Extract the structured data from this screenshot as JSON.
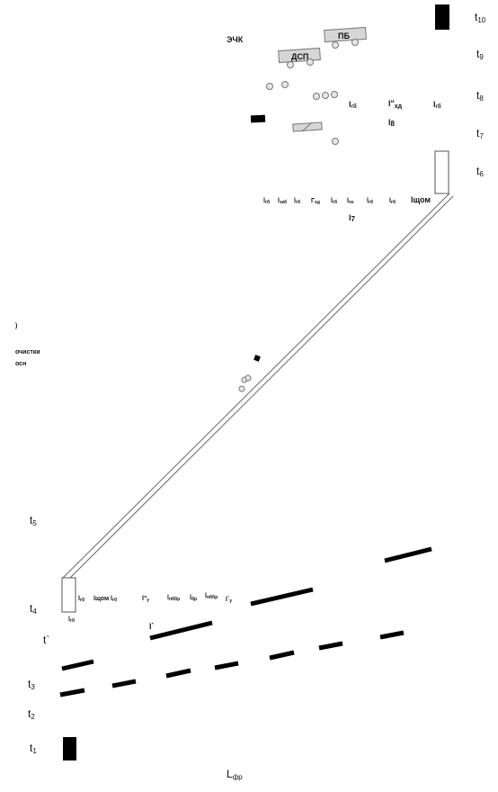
{
  "time_labels": [
    {
      "base": "t",
      "sub": "10"
    },
    {
      "base": "t",
      "sub": "9"
    },
    {
      "base": "t",
      "sub": "8"
    },
    {
      "base": "t",
      "sub": "7"
    },
    {
      "base": "t",
      "sub": "6"
    },
    {
      "base": "t",
      "sub": "5"
    },
    {
      "base": "t",
      "sub": "4"
    },
    {
      "base": "t`",
      "sub": ""
    },
    {
      "base": "t",
      "sub": "3"
    },
    {
      "base": "t",
      "sub": "2"
    },
    {
      "base": "t",
      "sub": "1"
    }
  ],
  "upper": {
    "ehk": "ЭЧК",
    "pb": "ПБ",
    "dsp": "ДСП",
    "l_gb_1": {
      "base": "l",
      "sub": "гб"
    },
    "l_hd": {
      "base": "l\"",
      "sub": "хд"
    },
    "l_gb_2": {
      "base": "l",
      "sub": "гб"
    },
    "l8": {
      "base": "l",
      "sub": "8"
    },
    "l7": {
      "base": "l",
      "sub": "7"
    },
    "row": [
      {
        "base": "l",
        "sub": "гб"
      },
      {
        "base": "l",
        "sub": "зкб"
      },
      {
        "base": "l",
        "sub": "гб"
      },
      {
        "base": "Г",
        "sub": "хд"
      },
      {
        "base": "l",
        "sub": "гб"
      },
      {
        "base": "l",
        "sub": "пз"
      },
      {
        "base": "l",
        "sub": "гб"
      },
      {
        "base": "l",
        "sub": "гб"
      },
      {
        "base": "lщом",
        "sub": ""
      }
    ]
  },
  "side": {
    "paren": ")",
    "cleaning": "очистки",
    "osn": "осн"
  },
  "lower": {
    "row": [
      {
        "base": "l",
        "sub": "гб"
      },
      {
        "base": "lщом",
        "sub": ""
      },
      {
        "base": "l",
        "sub": "гб"
      },
      {
        "base": "l\"",
        "sub": "у"
      },
      {
        "base": "l",
        "sub": "пббр"
      },
      {
        "base": "l",
        "sub": "бр"
      },
      {
        "base": "l",
        "sub": "пббр"
      },
      {
        "base": "l`",
        "sub": "у"
      }
    ],
    "l_gb_below": {
      "base": "l",
      "sub": "гб"
    },
    "l_prime": "l`",
    "l_fr": {
      "base": "L",
      "sub": "фр"
    }
  }
}
